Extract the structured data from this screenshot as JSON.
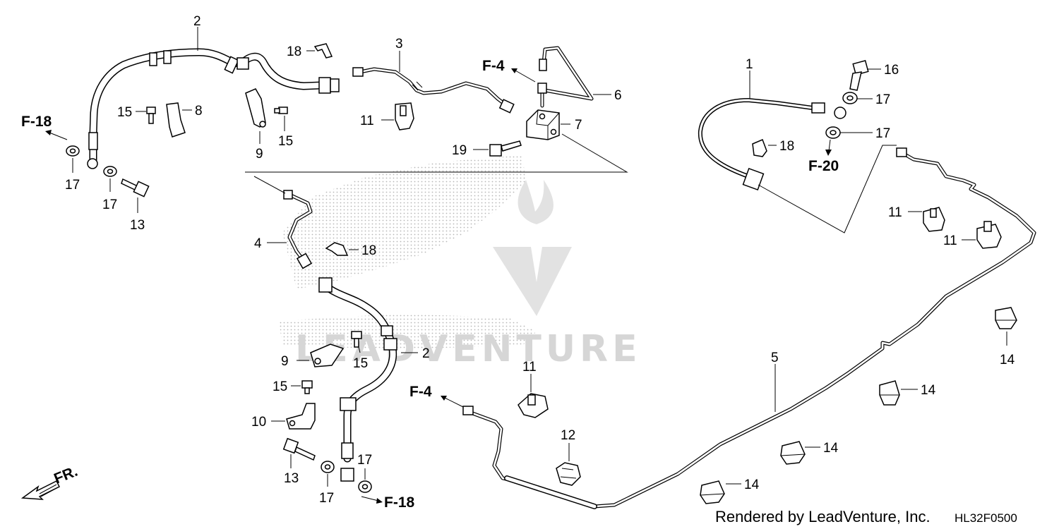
{
  "labels": {
    "p1": "1",
    "p2a": "2",
    "p2b": "2",
    "p3": "3",
    "p4": "4",
    "p5": "5",
    "p6": "6",
    "p7": "7",
    "p8": "8",
    "p9a": "9",
    "p9b": "9",
    "p10": "10",
    "p11a": "11",
    "p11b": "11",
    "p11c": "11",
    "p11d": "11",
    "p12": "12",
    "p13a": "13",
    "p13b": "13",
    "p14a": "14",
    "p14b": "14",
    "p14c": "14",
    "p14d": "14",
    "p15a": "15",
    "p15b": "15",
    "p15c": "15",
    "p15d": "15",
    "p16": "16",
    "p17a": "17",
    "p17b": "17",
    "p17c": "17",
    "p17d": "17",
    "p17e": "17",
    "p17f": "17",
    "p18a": "18",
    "p18b": "18",
    "p18c": "18",
    "p19": "19"
  },
  "references": {
    "f18_left": "F-18",
    "f4_top": "F-4",
    "f20": "F-20",
    "f4_bottom": "F-4",
    "f18_bottom": "F-18"
  },
  "direction": "FR.",
  "watermark": "LEADVENTURE",
  "credit": "Rendered by LeadVenture, Inc.",
  "diagram_code": "HL32F0500",
  "colors": {
    "ink": "#000000",
    "watermark": "#d6d6d6"
  }
}
